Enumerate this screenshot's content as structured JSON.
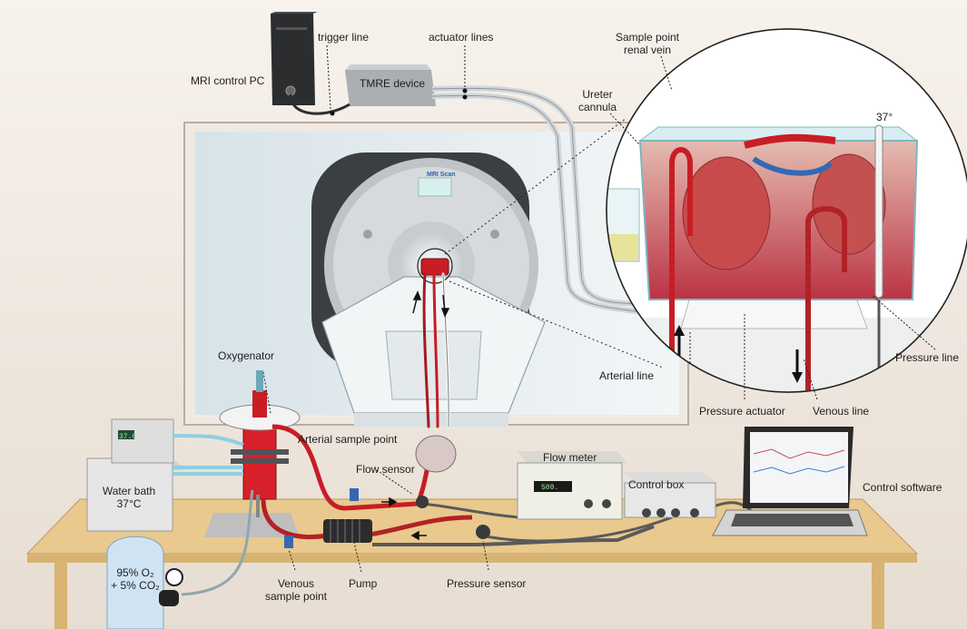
{
  "labels": {
    "mri_control_pc": "MRI control PC",
    "trigger_line": "trigger line",
    "actuator_lines": "actuator lines",
    "tmre_device": "TMRE device",
    "sample_point_renal_vein": [
      "Sample point",
      "renal vein"
    ],
    "ureter_cannula": [
      "Ureter",
      "cannula"
    ],
    "temperature": "37°",
    "mri_scan": "MRI Scan",
    "oxygenator": "Oxygenator",
    "arterial_sample_point": "Arterial sample point",
    "flow_sensor": "Flow sensor",
    "flow_meter": "Flow meter",
    "control_box": "Control box",
    "control_software": "Control software",
    "water_bath": [
      "Water bath",
      "37°C"
    ],
    "water_bath_display": "37.0",
    "flow_meter_display": "508.",
    "gas_tank": [
      "95% O₂",
      "+ 5% CO₂"
    ],
    "venous_sample_point": [
      "Venous",
      "sample point"
    ],
    "pump": "Pump",
    "pressure_sensor": "Pressure sensor",
    "arterial_line": "Arterial line",
    "pressure_actuator": "Pressure actuator",
    "venous_line": "Venous line",
    "pressure_line": "Pressure line"
  },
  "colors": {
    "wall": "#efe9e2",
    "table": "#e9c98d",
    "blood": "#c81d25",
    "water": "#bfe3ea",
    "tube": "#5a5a5a"
  }
}
